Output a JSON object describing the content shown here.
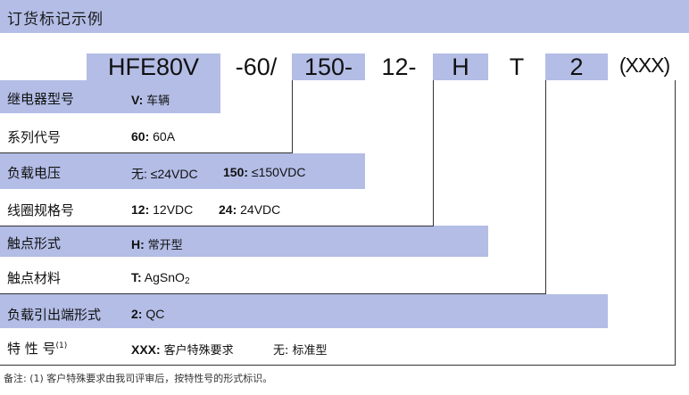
{
  "title": "订货标记示例",
  "code_parts": [
    "HFE80V",
    "-60/",
    "150-",
    "12-",
    "H",
    "T",
    "2",
    "(XXX)"
  ],
  "rows": [
    {
      "label": "继电器型号",
      "items": [
        {
          "key": "V:",
          "text": "车辆"
        }
      ]
    },
    {
      "label": "系列代号",
      "items": [
        {
          "key": "60:",
          "text": "60A"
        }
      ]
    },
    {
      "label": "负载电压",
      "items": [
        {
          "key": "",
          "text": "无: ≤24VDC"
        },
        {
          "key": "150:",
          "text": "≤150VDC"
        }
      ]
    },
    {
      "label": "线圈规格号",
      "items": [
        {
          "key": "12:",
          "text": "12VDC"
        },
        {
          "key": "24:",
          "text": "24VDC"
        }
      ]
    },
    {
      "label": "触点形式",
      "items": [
        {
          "key": "H:",
          "text": "常开型"
        }
      ]
    },
    {
      "label": "触点材料",
      "items": [
        {
          "key": "T:",
          "text": "AgSnO",
          "sub": "2"
        }
      ]
    },
    {
      "label": "负载引出端形式",
      "items": [
        {
          "key": "2:",
          "text": "QC"
        }
      ]
    },
    {
      "label": "特 性 号",
      "sup": "(1)",
      "items": [
        {
          "key": "XXX:",
          "text": "客户特殊要求"
        },
        {
          "key": "",
          "text": "无: 标准型"
        }
      ]
    }
  ],
  "footnote": "备注: (1) 客户特殊要求由我司评审后，按特性号的形式标识。",
  "colors": {
    "band": "#b3bde6",
    "text": "#111111"
  }
}
